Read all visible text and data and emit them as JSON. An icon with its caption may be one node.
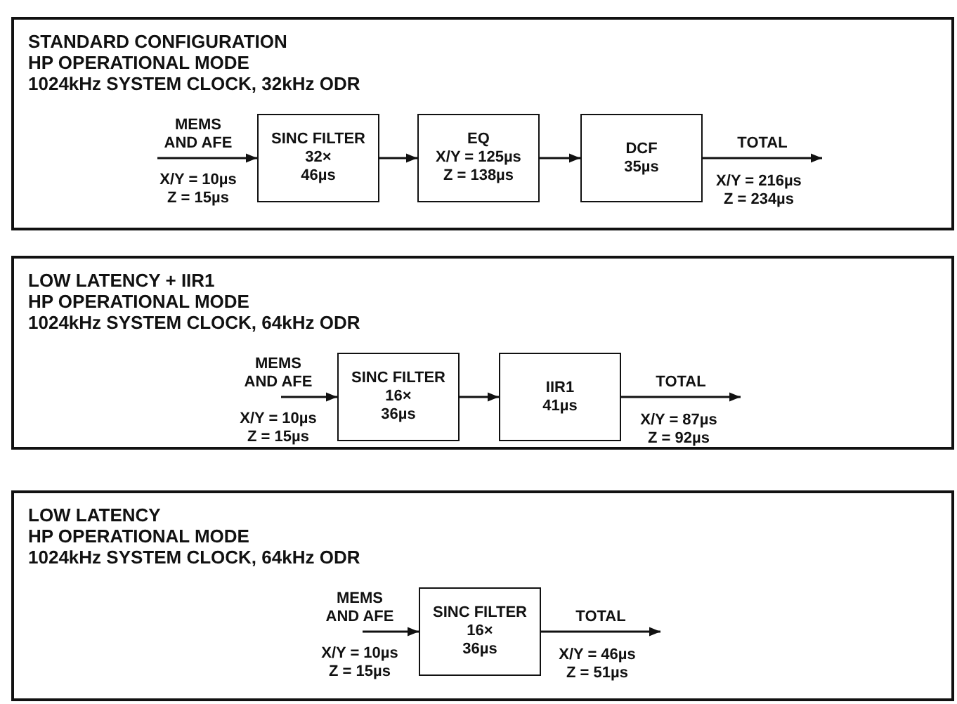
{
  "diagram": {
    "nodes": [
      {
        "text": [
          "STANDARD CONFIGURATION",
          "HP OPERATIONAL MODE",
          "1024kHz SYSTEM CLOCK, 32kHz ODR"
        ]
      },
      {
        "text": [
          "SINC FILTER",
          "32× 46µs"
        ],
        "in": 0
      },
      {
        "text": [
          "EQ",
          "X/Y = 125µs Z = 138µs"
        ],
        "in": 0
      },
      {
        "text": [
          "DCF",
          "35µs"
        ],
        "in": 0
      },
      {
        "text": [
          "LOW LATENCY + IIR1",
          "HP OPERATIONAL MODE",
          "1024kHz SYSTEM CLOCK, 64kHz ODR"
        ]
      },
      {
        "text": [
          "SINC FILTER",
          "16× 36µs"
        ],
        "in": 4
      },
      {
        "text": [
          "IIR1",
          "41µs"
        ],
        "in": 4
      },
      {
        "text": [
          "LOW LATENCY",
          "HP OPERATIONAL MODE",
          "1024kHz SYSTEM CLOCK, 64kHz ODR"
        ]
      },
      {
        "text": [
          "SINC FILTER",
          "16× 36µs"
        ],
        "in": 7
      }
    ],
    "edges": [
      {
        "from": null,
        "to": 1,
        "arrow": "to",
        "label": "MEMS AND AFE"
      },
      {
        "from": 1,
        "to": 2,
        "arrow": "to"
      },
      {
        "from": 2,
        "to": 3,
        "arrow": "to"
      },
      {
        "from": 3,
        "to": null,
        "arrow": "to",
        "label": "TOTAL"
      },
      {
        "from": null,
        "to": 5,
        "arrow": "to",
        "label": "MEMS AND AFE"
      },
      {
        "from": 5,
        "to": 6,
        "arrow": "to"
      },
      {
        "from": 6,
        "to": null,
        "arrow": "to",
        "label": "TOTAL"
      },
      {
        "from": null,
        "to": 8,
        "arrow": "to",
        "label": "MEMS AND AFE"
      },
      {
        "from": 8,
        "to": null,
        "arrow": "to",
        "label": "TOTAL"
      }
    ],
    "labels": [
      "X/Y = 10µs Z = 15µs",
      "X/Y = 216µs Z = 234µs",
      "X/Y = 10µs Z = 15µs",
      "X/Y = 87µs Z = 92µs",
      "X/Y = 10µs Z = 15µs",
      "X/Y = 46µs Z = 51µs"
    ]
  }
}
